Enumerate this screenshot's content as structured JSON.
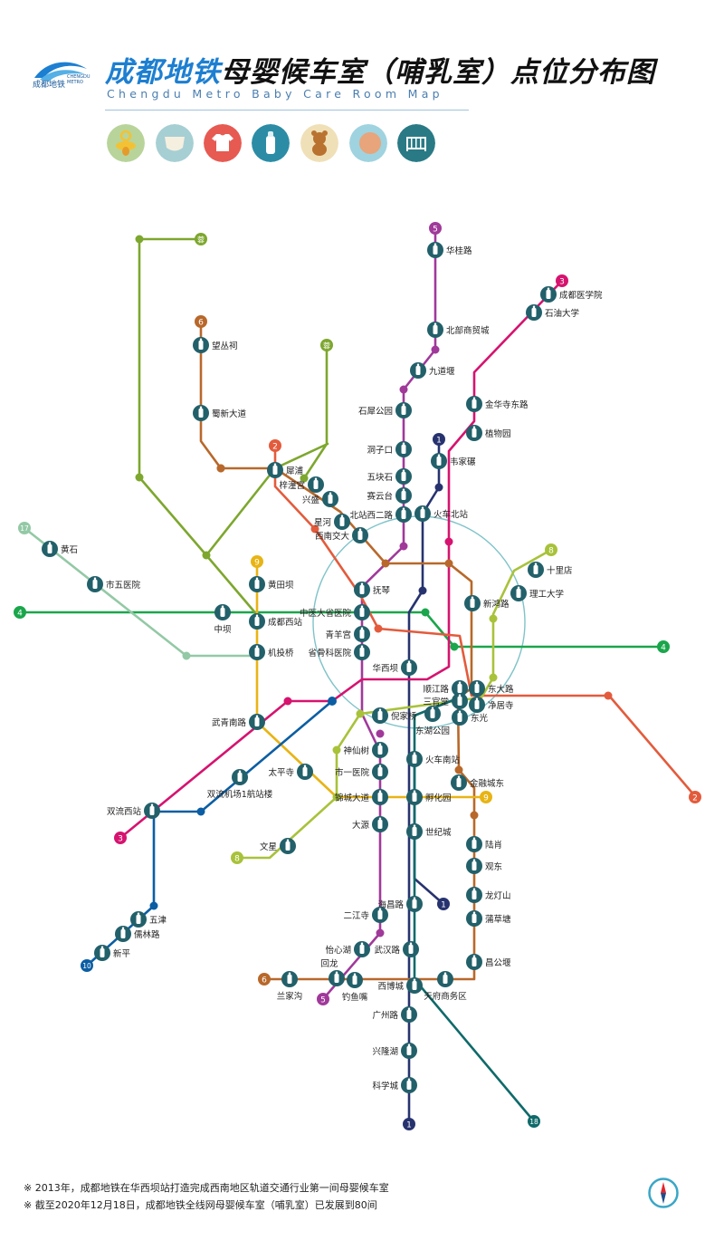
{
  "header": {
    "logo_text": "成都地铁",
    "logo_sub": "CHENGDU METRO",
    "title_part1": "成都地铁",
    "title_part2": "母婴候车室（哺乳室）点位分布图",
    "subtitle": "Chengdu Metro Baby Care Room Map"
  },
  "icons": [
    "pacifier-icon",
    "diaper-icon",
    "onesie-icon",
    "baby-bottle-icon",
    "teddy-bear-icon",
    "baby-head-icon",
    "crib-icon"
  ],
  "line_badges": [
    {
      "label": "5",
      "color": "#a0399a"
    },
    {
      "label": "3",
      "color": "#d6136f"
    },
    {
      "label": "蓉",
      "color": "#7da72e"
    },
    {
      "label": "6",
      "color": "#b8682a"
    },
    {
      "label": "2",
      "color": "#e35b3c"
    },
    {
      "label": "1",
      "color": "#27336f"
    },
    {
      "label": "17",
      "color": "#93c9a5"
    },
    {
      "label": "9",
      "color": "#e8b415"
    },
    {
      "label": "8",
      "color": "#a8c23a"
    },
    {
      "label": "4",
      "color": "#1aa64b"
    },
    {
      "label": "10",
      "color": "#0b5ea3"
    },
    {
      "label": "18",
      "color": "#0f6a6a"
    }
  ],
  "stations": [
    "华桂路",
    "成都医学院",
    "石油大学",
    "北部商贸城",
    "望丛祠",
    "九道堰",
    "金华寺东路",
    "石犀公园",
    "植物园",
    "蜀新大道",
    "洞子口",
    "韦家碾",
    "犀浦",
    "五块石",
    "梓潼宫",
    "兴盛",
    "赛云台",
    "北站西二路",
    "火车北站",
    "星河",
    "西南交大",
    "十里店",
    "黄石",
    "黄田坝",
    "理工大学",
    "市五医院",
    "抚琴",
    "新鸿路",
    "中医大省医院",
    "中坝",
    "成都西站",
    "青羊宫",
    "机投桥",
    "省骨科医院",
    "华西坝",
    "顺江路",
    "东大路",
    "三官堂",
    "净居寺",
    "武青南路",
    "倪家桥",
    "东湖公园",
    "东光",
    "神仙树",
    "火车南站",
    "太平寺",
    "市一医院",
    "金融城东",
    "双流西站",
    "双流机场1航站楼",
    "锦城大道",
    "孵化园",
    "大源",
    "世纪城",
    "文星",
    "陆肖",
    "观东",
    "龙灯山",
    "五津",
    "海昌路",
    "儒林路",
    "二江寺",
    "蒲草塘",
    "新平",
    "怡心湖",
    "武汉路",
    "昌公堰",
    "回龙",
    "兰家沟",
    "钓鱼嘴",
    "西博城",
    "天府商务区",
    "广州路",
    "兴隆湖",
    "科学城"
  ],
  "notes": [
    "※  2013年，成都地铁在华西坝站打造完成西南地区轨道交通行业第一间母婴候车室",
    "※  截至2020年12月18日，成都地铁全线网母婴候车室（哺乳室）已发展到80间"
  ],
  "colors": {
    "line1": "#27336f",
    "line2": "#e35b3c",
    "line3": "#d6136f",
    "line4": "#1aa64b",
    "line5": "#a0399a",
    "line6": "#b8682a",
    "line7": "#7fc3c9",
    "line8": "#a8c23a",
    "line9": "#e8b415",
    "line10": "#0b5ea3",
    "line17": "#93c9a5",
    "line18": "#0f6a6a",
    "rong": "#7da72e",
    "station_icon": "#22606a"
  }
}
